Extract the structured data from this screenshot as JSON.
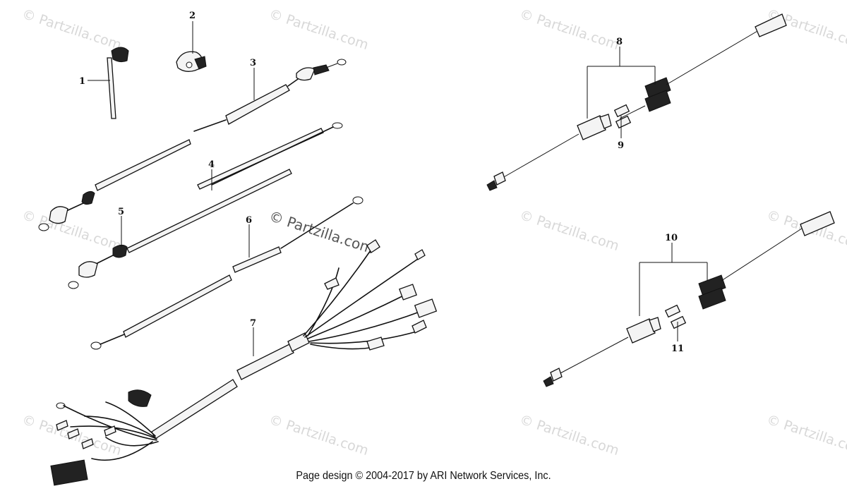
{
  "watermark": {
    "text": "© Partzilla.com",
    "center_text": "© Partzilla.com"
  },
  "callouts": [
    "1",
    "2",
    "3",
    "4",
    "5",
    "6",
    "7",
    "8",
    "9",
    "10",
    "11"
  ],
  "footer": "Page design © 2004-2017 by ARI Network Services, Inc."
}
